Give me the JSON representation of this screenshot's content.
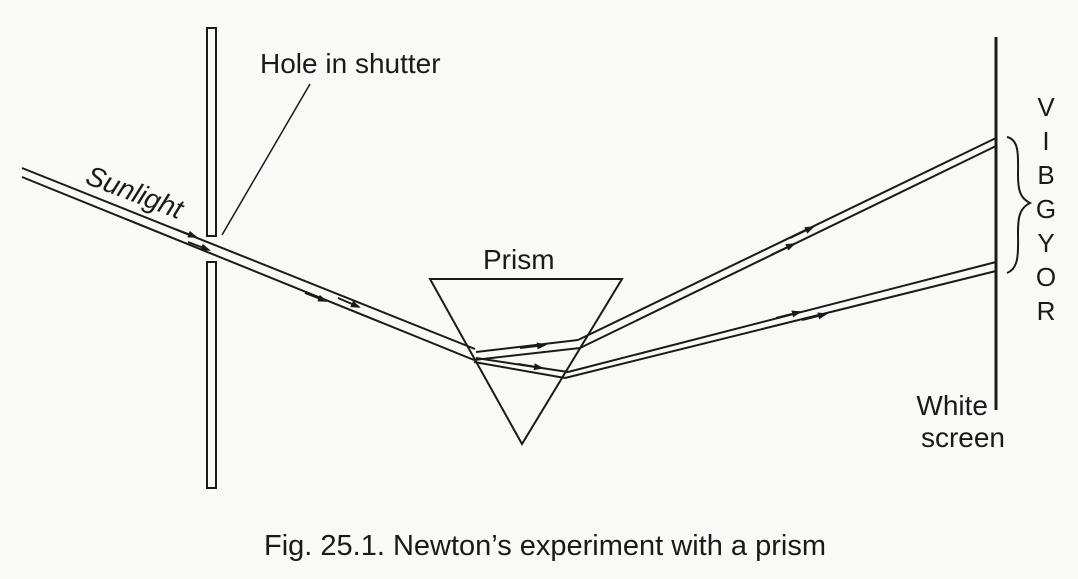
{
  "labels": {
    "hole": "Hole in shutter",
    "sunlight": "Sunlight",
    "prism": "Prism",
    "screen_line1": "White",
    "screen_line2": "screen"
  },
  "spectrum_letters": [
    "V",
    "I",
    "B",
    "G",
    "Y",
    "O",
    "R"
  ],
  "caption": "Fig. 25.1. Newton’s experiment with a prism",
  "colors": {
    "ink": "#1a1a1a",
    "paper": "#f9f9f7"
  }
}
